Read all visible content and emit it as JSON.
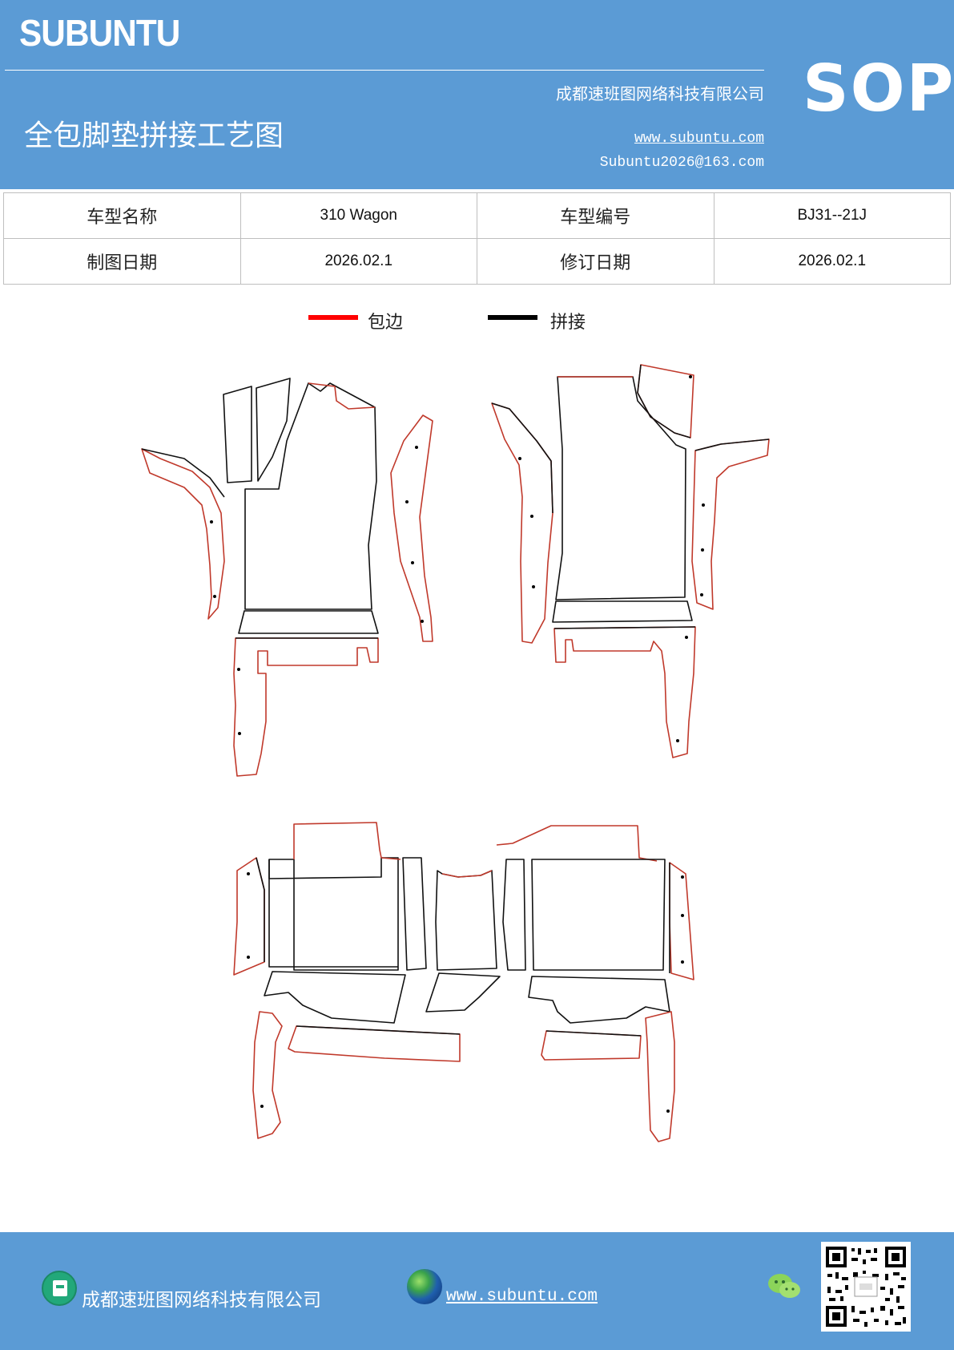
{
  "header": {
    "brand": "SUBUNTU",
    "company": "成都速班图网络科技有限公司",
    "doc_title": "全包脚垫拼接工艺图",
    "url": "www.subuntu.com",
    "email": "Subuntu2026@163.com",
    "badge": "SOP"
  },
  "info": {
    "model_name_label": "车型名称",
    "model_name_value": "310 Wagon",
    "model_code_label": "车型编号",
    "model_code_value": "BJ31--21J",
    "draw_date_label": "制图日期",
    "draw_date_value": "2026.02.1",
    "revise_date_label": "修订日期",
    "revise_date_value": "2026.02.1"
  },
  "legend": {
    "edge_label": "包边",
    "edge_color": "#ff0000",
    "join_label": "拼接",
    "join_color": "#000000"
  },
  "footer": {
    "company": "成都速班图网络科技有限公司",
    "url": "www.subuntu.com",
    "icons": [
      "building-icon",
      "globe-icon",
      "wechat-icon",
      "qr-code"
    ]
  },
  "colors": {
    "header_bg": "#5b9bd5",
    "edge_stroke": "#c0392b",
    "join_stroke": "#111111"
  }
}
